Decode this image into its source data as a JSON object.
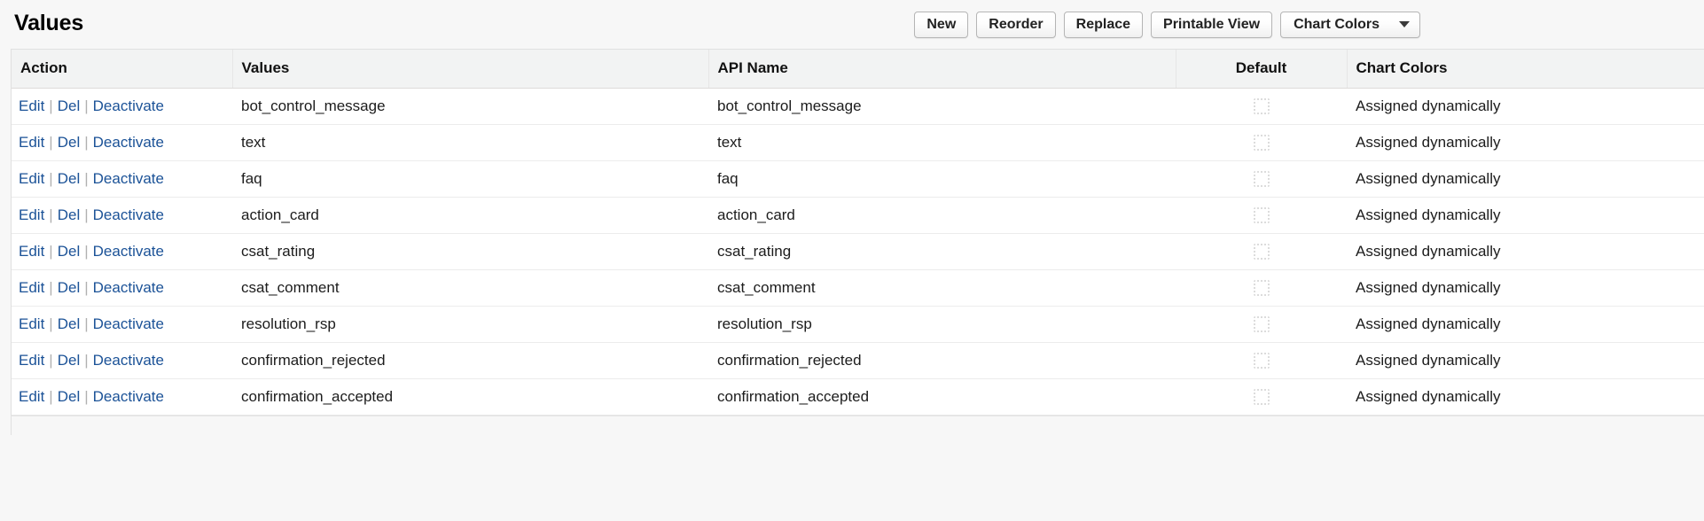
{
  "header": {
    "title": "Values",
    "buttons": [
      {
        "label": "New",
        "name": "new-button",
        "type": "button"
      },
      {
        "label": "Reorder",
        "name": "reorder-button",
        "type": "button"
      },
      {
        "label": "Replace",
        "name": "replace-button",
        "type": "button"
      },
      {
        "label": "Printable View",
        "name": "printable-view-button",
        "type": "button"
      },
      {
        "label": "Chart Colors",
        "name": "chart-colors-dropdown",
        "type": "dropdown",
        "icon": "chevron-down-icon"
      }
    ]
  },
  "table": {
    "columns": [
      {
        "label": "Action",
        "name": "column-action",
        "align": "left"
      },
      {
        "label": "Values",
        "name": "column-values",
        "align": "left"
      },
      {
        "label": "API Name",
        "name": "column-api-name",
        "align": "left"
      },
      {
        "label": "Default",
        "name": "column-default",
        "align": "center"
      },
      {
        "label": "Chart Colors",
        "name": "column-chart-colors",
        "align": "left"
      }
    ],
    "actions": {
      "edit": "Edit",
      "del": "Del",
      "deactivate": "Deactivate",
      "separator": "|"
    },
    "rows": [
      {
        "value": "bot_control_message",
        "api_name": "bot_control_message",
        "default": false,
        "chart_color": "Assigned dynamically"
      },
      {
        "value": "text",
        "api_name": "text",
        "default": false,
        "chart_color": "Assigned dynamically"
      },
      {
        "value": "faq",
        "api_name": "faq",
        "default": false,
        "chart_color": "Assigned dynamically"
      },
      {
        "value": "action_card",
        "api_name": "action_card",
        "default": false,
        "chart_color": "Assigned dynamically"
      },
      {
        "value": "csat_rating",
        "api_name": "csat_rating",
        "default": false,
        "chart_color": "Assigned dynamically"
      },
      {
        "value": "csat_comment",
        "api_name": "csat_comment",
        "default": false,
        "chart_color": "Assigned dynamically"
      },
      {
        "value": "resolution_rsp",
        "api_name": "resolution_rsp",
        "default": false,
        "chart_color": "Assigned dynamically"
      },
      {
        "value": "confirmation_rejected",
        "api_name": "confirmation_rejected",
        "default": false,
        "chart_color": "Assigned dynamically"
      },
      {
        "value": "confirmation_accepted",
        "api_name": "confirmation_accepted",
        "default": false,
        "chart_color": "Assigned dynamically"
      }
    ]
  },
  "colors": {
    "link": "#1b5297",
    "page_background": "#f7f7f7",
    "table_background": "#ffffff",
    "header_row_background": "#f2f3f3",
    "text": "#1c1c1c"
  }
}
